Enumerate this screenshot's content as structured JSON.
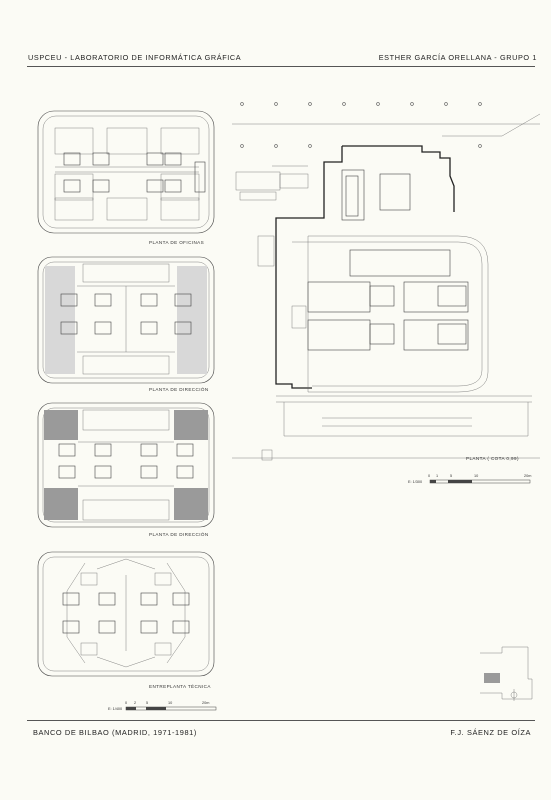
{
  "header": {
    "left": "USPCEU - LABORATORIO DE INFORMÁTICA GRÁFICA",
    "right": "ESTHER GARCÍA ORELLANA - GRUPO 1"
  },
  "plans": {
    "p1": "PLANTA DE OFICINAS",
    "p2": "PLANTA DE DIRECCIÓN",
    "p3": "PLANTA DE DIRECCIÓN",
    "p4": "ENTREPLANTA TÉCNICA",
    "site": "PLANTA ( COTA 0,99)"
  },
  "scales": {
    "left": {
      "ratio": "E: 1/400",
      "ticks": [
        "0",
        "2",
        "5",
        "10",
        "20m"
      ]
    },
    "right": {
      "ratio": "E: 1/300",
      "ticks": [
        "0",
        "1",
        "5",
        "10",
        "20m"
      ]
    }
  },
  "footer": {
    "left": "BANCO DE BILBAO (MADRID, 1971-1981)",
    "right": "F.J. SÁENZ DE OÍZA"
  }
}
